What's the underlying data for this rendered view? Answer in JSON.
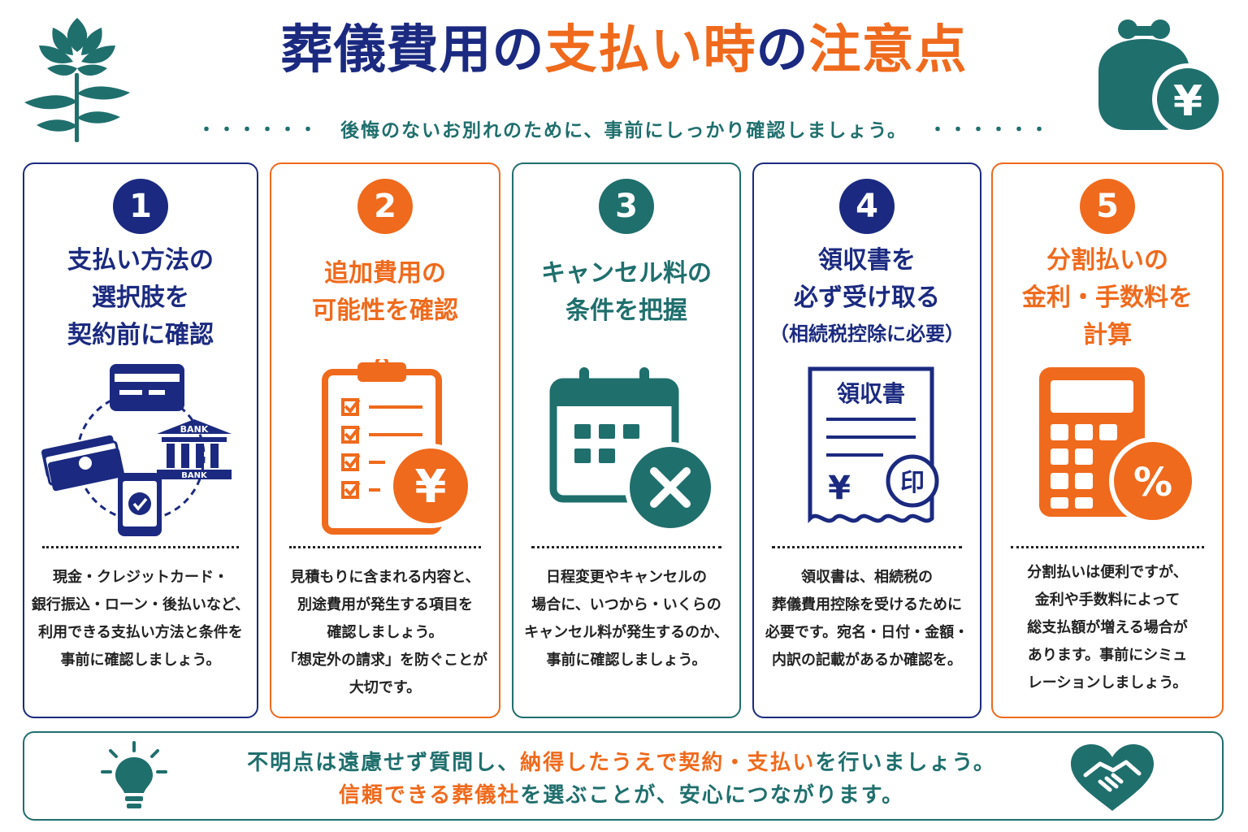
{
  "header": {
    "title_navy_1": "葬儀費用の",
    "title_orange_1": "支払い時",
    "title_navy_2": "の",
    "title_orange_2": "注意点",
    "subtitle_dots": "・・・・・・",
    "subtitle": "後悔のないお別れのために、事前にしっかり確認しましょう。"
  },
  "cards": [
    {
      "number": "1",
      "heading": [
        "支払い方法の",
        "選択肢を",
        "契約前に確認"
      ],
      "body": [
        "現金・クレジットカード・",
        "銀行振込・ローン・後払いなど、",
        "利用できる支払い方法と条件を",
        "事前に確認しましょう。"
      ]
    },
    {
      "number": "2",
      "heading": [
        "追加費用の",
        "可能性を確認"
      ],
      "body": [
        "見積もりに含まれる内容と、",
        "別途費用が発生する項目を",
        "確認しましょう。",
        "「想定外の請求」を防ぐことが",
        "大切です。"
      ]
    },
    {
      "number": "3",
      "heading": [
        "キャンセル料の",
        "条件を把握"
      ],
      "body": [
        "日程変更やキャンセルの",
        "場合に、いつから・いくらの",
        "キャンセル料が発生するのか、",
        "事前に確認しましょう。"
      ]
    },
    {
      "number": "4",
      "heading": [
        "領収書を",
        "必ず受け取る",
        "（相続税控除に必要）"
      ],
      "receipt_title": "領収書",
      "receipt_yen": "¥",
      "receipt_seal": "印",
      "body": [
        "領収書は、相続税の",
        "葬儀費用控除を受けるために",
        "必要です。宛名・日付・金額・",
        "内訳の記載があるか確認を。"
      ]
    },
    {
      "number": "5",
      "heading": [
        "分割払いの",
        "金利・手数料を",
        "計算"
      ],
      "body": [
        "分割払いは便利ですが、",
        "金利や手数料によって",
        "総支払額が増える場合が",
        "あります。事前にシミュ",
        "レーションしましょう。"
      ]
    }
  ],
  "illus_text": {
    "bank_1": "BANK",
    "bank_2": "BANK",
    "yen": "¥",
    "percent": "%"
  },
  "footer": {
    "line1_a": "不明点は遠慮せず質問し、",
    "line1_b": "納得したうえで契約・支払い",
    "line1_c": "を行いましょう。",
    "line2_a": "信頼できる葬儀社",
    "line2_b": "を選ぶことが、安心につながります。"
  },
  "colors": {
    "navy": "#1b2a80",
    "orange": "#ef6a1c",
    "teal": "#1f6f6d"
  }
}
